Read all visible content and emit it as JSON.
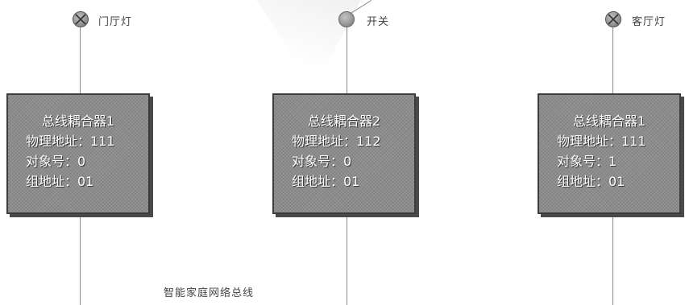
{
  "devices": [
    {
      "label": "门厅灯",
      "icon": "lamp-icon"
    },
    {
      "label": "开关",
      "icon": "switch-icon"
    },
    {
      "label": "客厅灯",
      "icon": "lamp-icon"
    }
  ],
  "couplers": [
    {
      "title": "总线耦合器1",
      "address": "物理地址：111",
      "object": "对象号：0",
      "group": "组地址：01"
    },
    {
      "title": "总线耦合器2",
      "address": "物理地址：112",
      "object": "对象号：0",
      "group": "组地址：01"
    },
    {
      "title": "总线耦合器1",
      "address": "物理地址：111",
      "object": "对象号：1",
      "group": "组地址：01"
    }
  ],
  "bus_label": "智能家庭网络总线",
  "colors": {
    "box_fill": "#8c8c8c",
    "box_border": "#3c3c3c",
    "wire": "#8a8a8a"
  }
}
